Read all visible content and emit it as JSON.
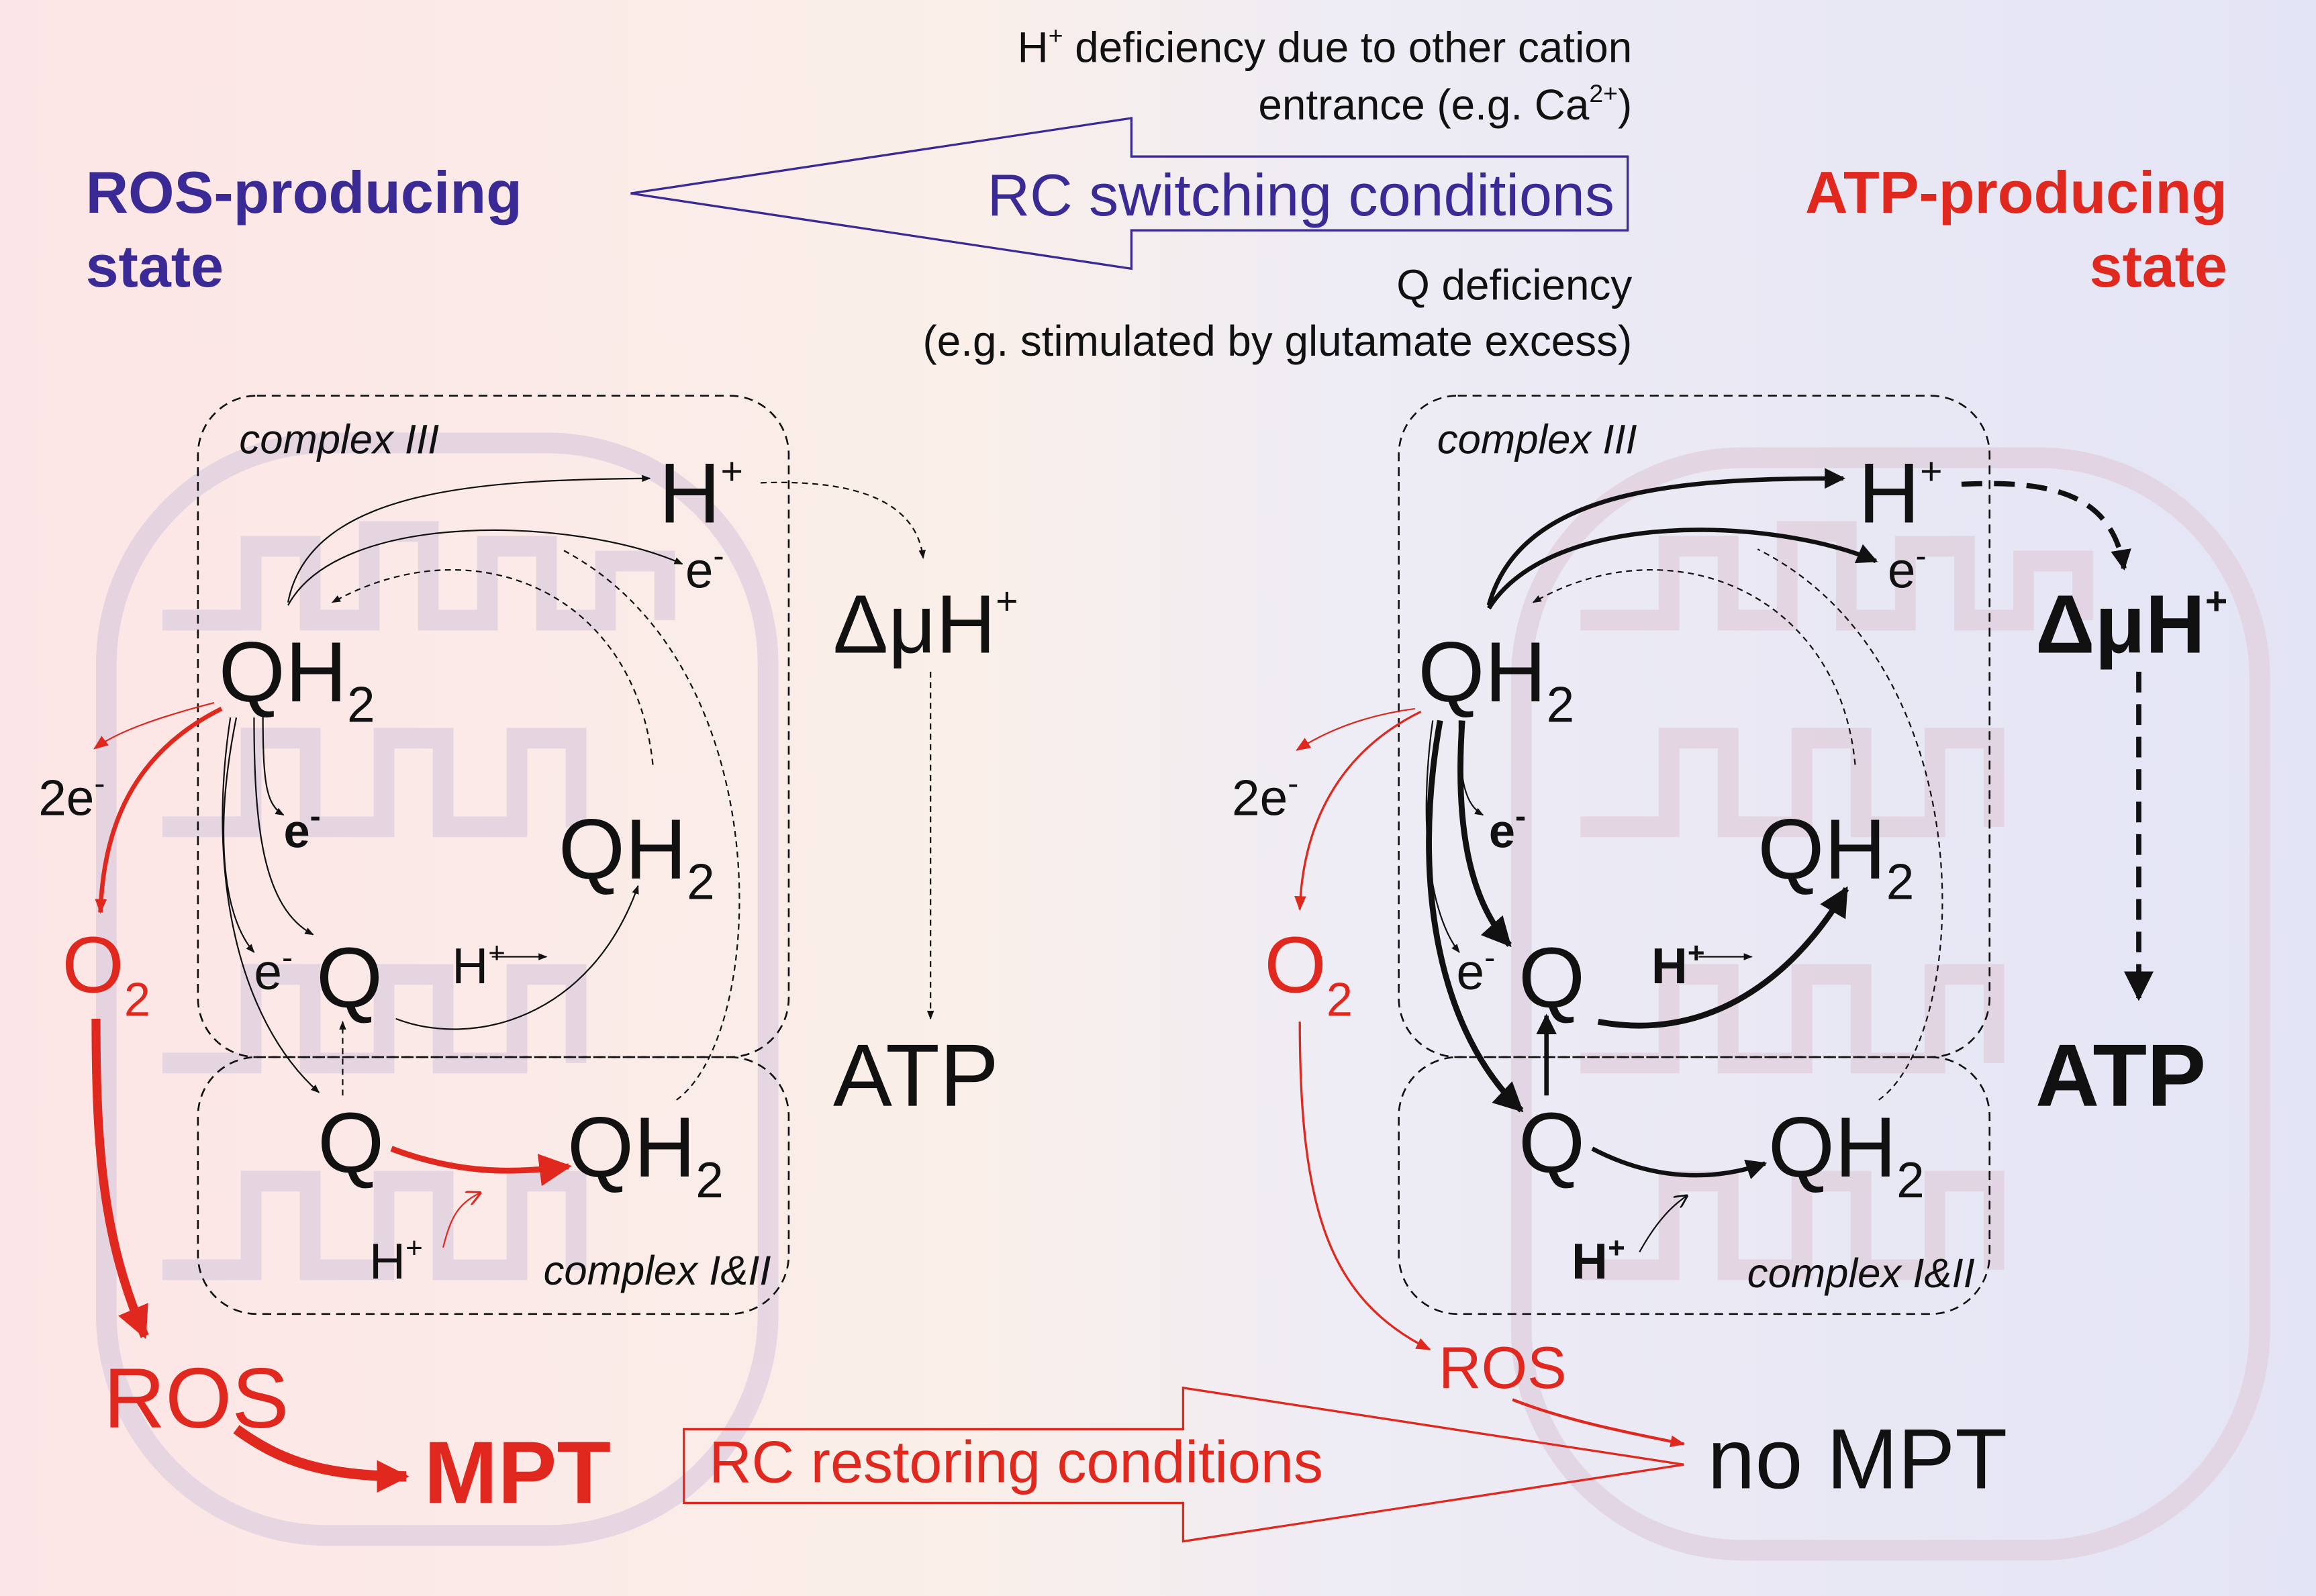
{
  "header": {
    "left_state": [
      "ROS-producing",
      "state"
    ],
    "right_state": [
      "ATP-producing",
      "state"
    ],
    "switch_label": "RC switching conditions",
    "h_def_line1_pre": "H",
    "h_def_line1_sup": "+",
    "h_def_line1_post": " deficiency due to other cation",
    "h_def_line2_pre": "entrance (e.g. Ca",
    "h_def_line2_sup": "2+",
    "h_def_line2_post": ")",
    "q_def_line1": "Q deficiency",
    "q_def_line2": "(e.g. stimulated by glutamate excess)"
  },
  "left_panel": {
    "complex3": "complex III",
    "complex12": "complex I&II",
    "h": "H",
    "h_sup": "+",
    "e": "e",
    "e_sup": "-",
    "qh2_q": "QH",
    "qh2_sub": "2",
    "two_e": "2e",
    "two_e_sup": "-",
    "e_bold": "e",
    "e_bold_sup": "-",
    "q": "Q",
    "o2": "O",
    "o2_sub": "2",
    "delta_mu_h": "ΔμH",
    "delta_sup": "+",
    "atp": "ATP",
    "ros": "ROS",
    "mpt": "MPT"
  },
  "right_panel": {
    "complex3": "complex III",
    "complex12": "complex I&II",
    "h": "H",
    "h_sup": "+",
    "e": "e",
    "e_sup": "-",
    "qh2_q": "QH",
    "qh2_sub": "2",
    "two_e": "2e",
    "two_e_sup": "-",
    "e_bold": "e",
    "e_bold_sup": "-",
    "q": "Q",
    "o2": "O",
    "o2_sub": "2",
    "delta_mu_h": "ΔμH",
    "delta_sup": "+",
    "atp": "ATP",
    "ros": "ROS",
    "no_mpt": "no MPT"
  },
  "restore_label": "RC restoring conditions",
  "colors": {
    "blue": "#3a2a96",
    "red": "#e0281e",
    "black": "#111111",
    "bg_left": "#fce6e6",
    "bg_mid": "#f8f0e8",
    "bg_right": "#e6e6f6",
    "mito_outline": "#ddccdc"
  }
}
